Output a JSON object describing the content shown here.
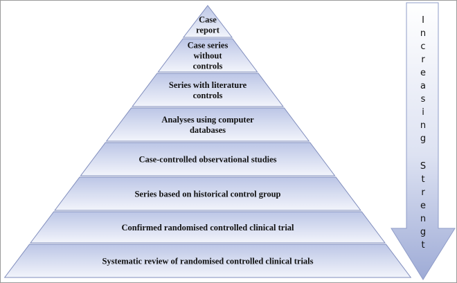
{
  "pyramid": {
    "tiers": [
      {
        "lines": [
          "Case",
          "report"
        ]
      },
      {
        "lines": [
          "Case series",
          "without",
          "controls"
        ]
      },
      {
        "lines": [
          "Series with literature",
          "controls"
        ]
      },
      {
        "lines": [
          "Analyses using computer",
          "databases"
        ]
      },
      {
        "lines": [
          "Case-controlled observational studies"
        ]
      },
      {
        "lines": [
          "Series based on historical control group"
        ]
      },
      {
        "lines": [
          "Confirmed randomised controlled clinical trial"
        ]
      },
      {
        "lines": [
          "Systematic review of randomised controlled clinical trials"
        ]
      }
    ],
    "fill_colors": [
      "#bcc6e6",
      "#f2f4fb"
    ],
    "stroke_color": "#7f8cbc"
  },
  "arrow": {
    "words": [
      "Increasing",
      "Strengt"
    ],
    "direction": "down"
  }
}
